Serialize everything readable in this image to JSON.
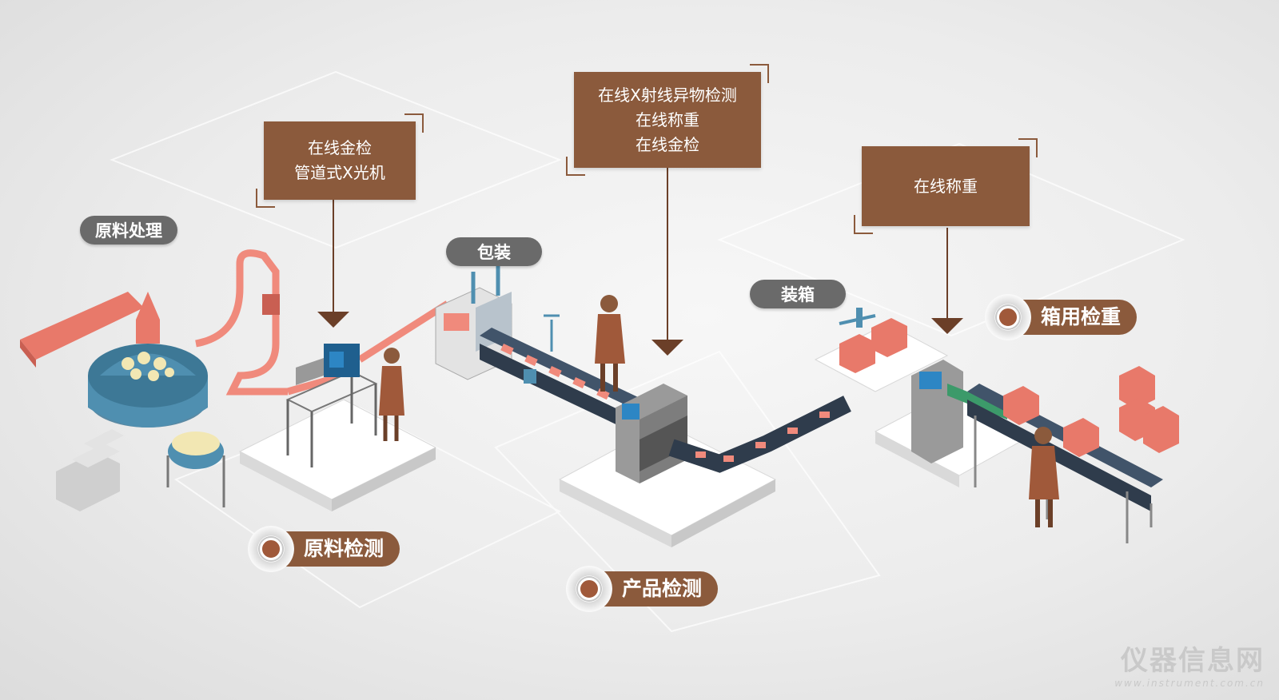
{
  "callouts": [
    {
      "lines": [
        "在线金检",
        "管道式X光机"
      ]
    },
    {
      "lines": [
        "在线X射线异物检测",
        "在线称重",
        "在线金检"
      ]
    },
    {
      "lines": [
        "在线称重"
      ]
    }
  ],
  "process_labels": {
    "raw_processing": "原料处理",
    "packaging": "包装",
    "boxing": "装箱"
  },
  "stages": {
    "raw_inspection": "原料检测",
    "product_inspection": "产品检测",
    "box_weighing": "箱用检重"
  },
  "watermark": {
    "name": "仪器信息网",
    "url": "www.instrument.com.cn"
  },
  "colors": {
    "accent_brown": "#8b5a3c",
    "pill_gray": "#6a6a6a",
    "product_salmon": "#e8796a",
    "machine_blue": "#4f8fb0",
    "steel": "#8e8e8e"
  }
}
